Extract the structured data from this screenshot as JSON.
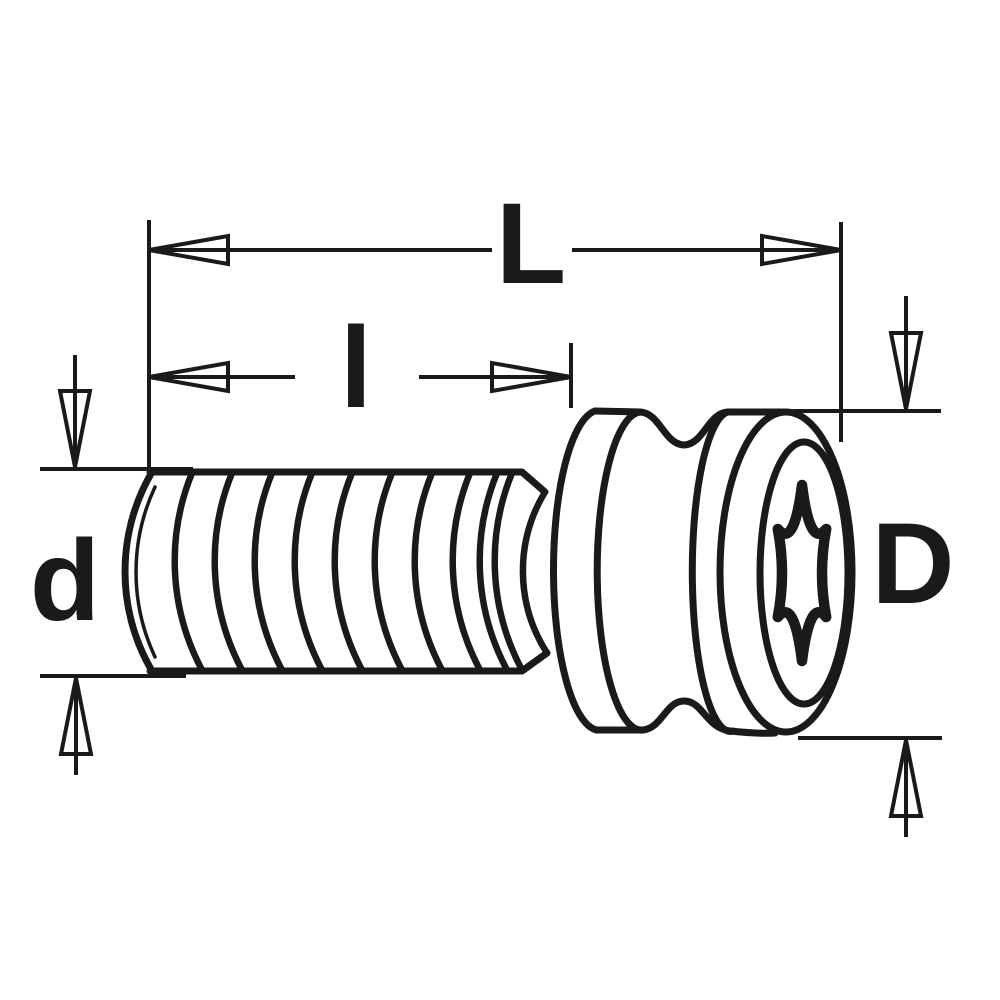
{
  "page": {
    "background": "#ffffff"
  },
  "drawing": {
    "line_color": "#1a1a1a",
    "labels": {
      "length_total": "L",
      "length_thread": "l",
      "diameter_thread": "d",
      "diameter_head": "D"
    }
  }
}
